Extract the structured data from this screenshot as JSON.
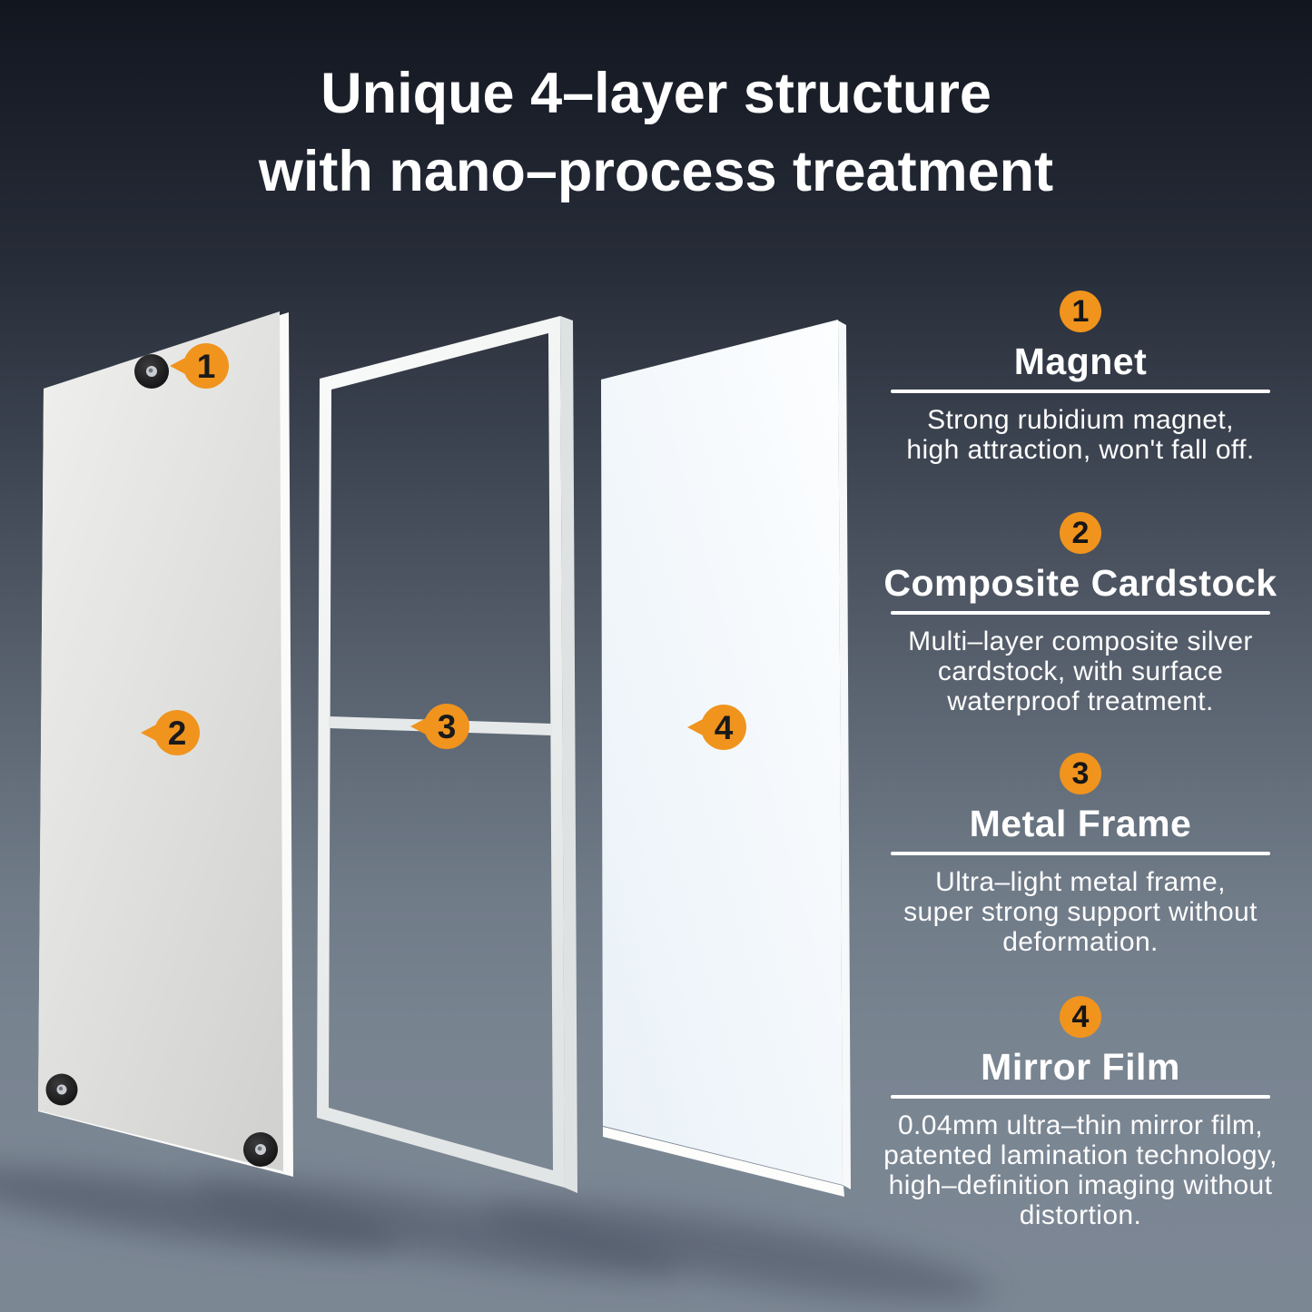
{
  "title": {
    "line1": "Unique 4–layer structure",
    "line2": "with nano–process treatment"
  },
  "diagram": {
    "callouts": [
      {
        "num": "1"
      },
      {
        "num": "2"
      },
      {
        "num": "3"
      },
      {
        "num": "4"
      }
    ]
  },
  "sections": [
    {
      "num": "1",
      "heading": "Magnet",
      "body": "Strong rubidium magnet,\nhigh attraction, won't fall off."
    },
    {
      "num": "2",
      "heading": "Composite Cardstock",
      "body": "Multi–layer composite silver\ncardstock, with surface\nwaterproof treatment."
    },
    {
      "num": "3",
      "heading": "Metal Frame",
      "body": "Ultra–light metal frame,\nsuper strong support without\ndeformation."
    },
    {
      "num": "4",
      "heading": "Mirror Film",
      "body": "0.04mm ultra–thin mirror film,\npatented lamination technology,\nhigh–definition imaging without\ndistortion."
    }
  ],
  "colors": {
    "accent_orange": "#F0941E",
    "background_top": "#12161F",
    "background_bottom": "#7C8794",
    "text": "#FFFFFF",
    "cardstock_panel": "#DCDDDB",
    "metal_frame": "#EFF1F1",
    "mirror_film_panel": "#F2F7FA",
    "magnet_black": "#141414"
  }
}
